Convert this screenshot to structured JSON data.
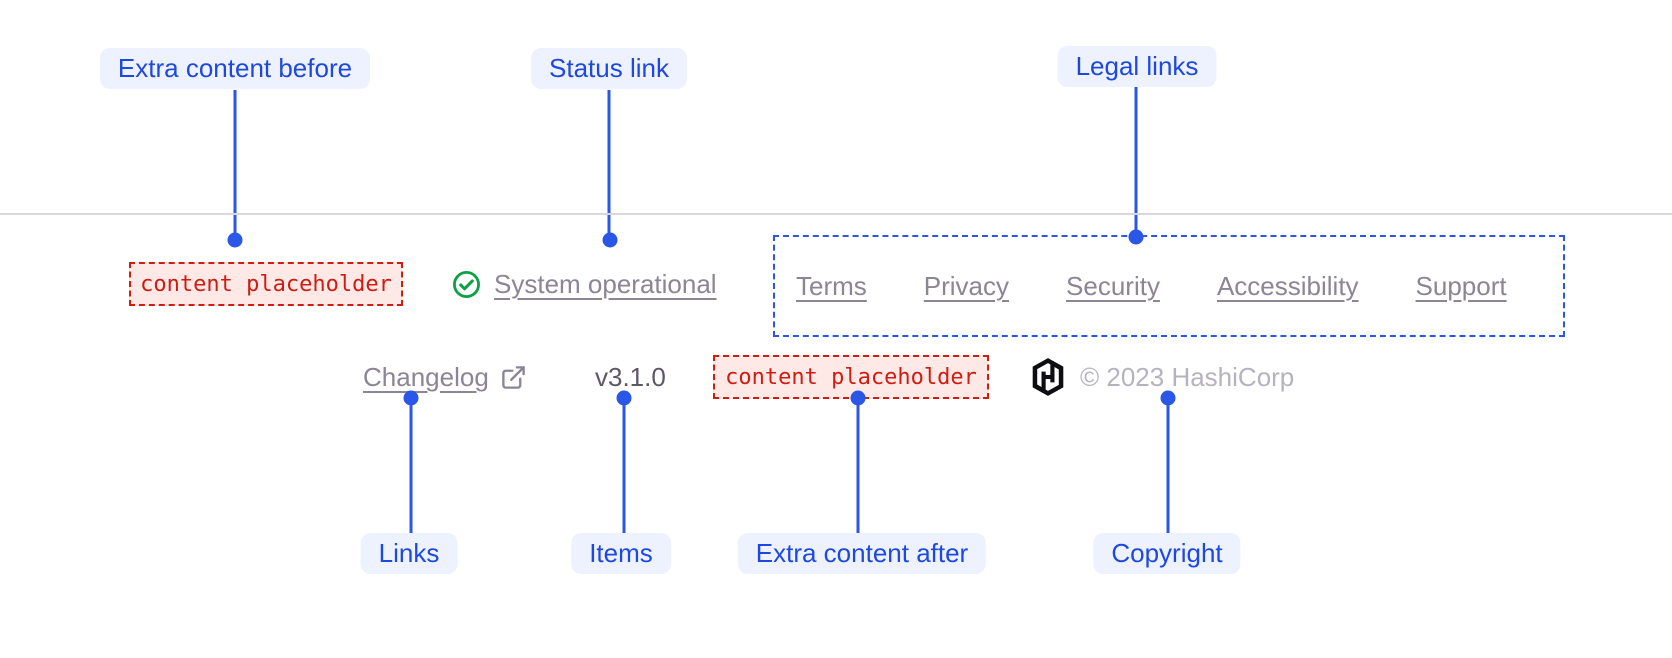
{
  "colors": {
    "accent": "#1d49df",
    "line": "#2a57e8",
    "pillBg": "#edf2fe",
    "link": "#8b8595",
    "muted": "#b6b2bf",
    "version": "#5d5766",
    "green": "#0aa045",
    "red": "#cf1d12",
    "redBg": "#ffe9e7",
    "divider": "#d8d7de",
    "logo": "#0e0e12"
  },
  "annotations": {
    "top": [
      {
        "label": "Extra content before"
      },
      {
        "label": "Status link"
      },
      {
        "label": "Legal links"
      }
    ],
    "bottom": [
      {
        "label": "Links"
      },
      {
        "label": "Items"
      },
      {
        "label": "Extra content after"
      },
      {
        "label": "Copyright"
      }
    ]
  },
  "footer": {
    "extra_before": "content placeholder",
    "status": {
      "label": "System operational",
      "icon": "check-circle"
    },
    "legal": {
      "links": [
        "Terms",
        "Privacy",
        "Security",
        "Accessibility",
        "Support"
      ]
    },
    "links": [
      {
        "label": "Changelog",
        "external_icon": "external-link"
      }
    ],
    "items": [
      {
        "label": "v3.1.0"
      }
    ],
    "extra_after": "content placeholder",
    "copyright": {
      "logo": "hashicorp-logo",
      "label": "© 2023 HashiCorp"
    }
  }
}
